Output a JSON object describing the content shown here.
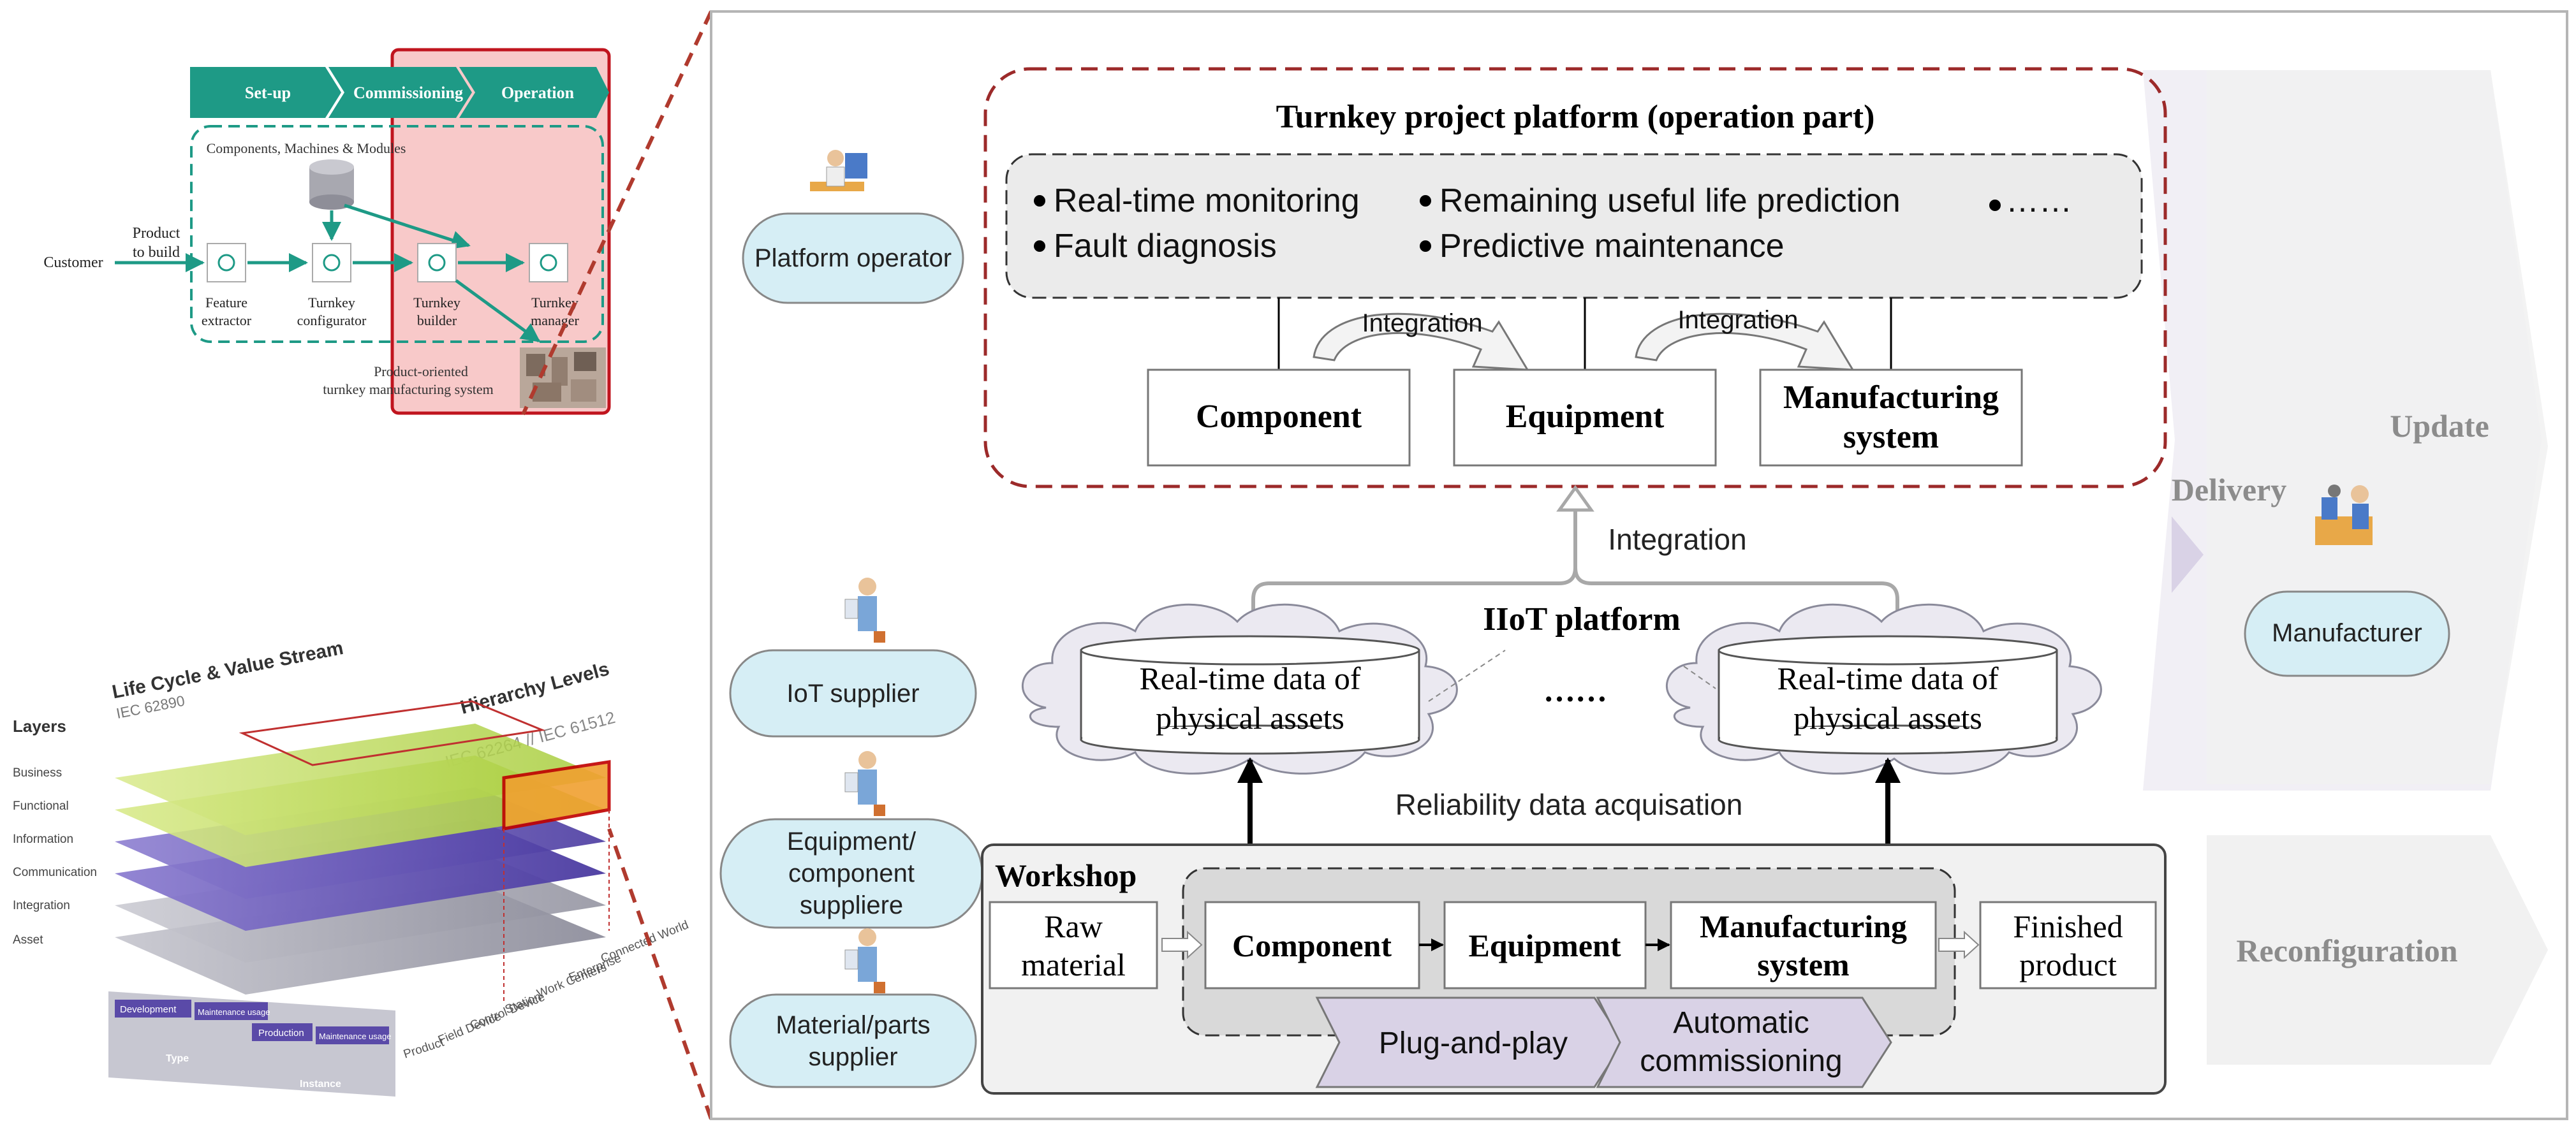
{
  "process_bar": {
    "stages": [
      "Set-up",
      "Commissioning",
      "Operation"
    ],
    "components_label": "Components, Machines & Modules",
    "customer": "Customer",
    "product_to_build": [
      "Product",
      "to build"
    ],
    "nodes": [
      [
        "Feature",
        "extractor"
      ],
      [
        "Turnkey",
        "configurator"
      ],
      [
        "Turnkey",
        "builder"
      ],
      [
        "Turnkey",
        "manager"
      ]
    ],
    "system_caption": [
      "Product-oriented",
      "turnkey manufacturing system"
    ]
  },
  "rami": {
    "layers_title": "Layers",
    "layers": [
      "Business",
      "Functional",
      "Information",
      "Communication",
      "Integration",
      "Asset"
    ],
    "lifecycle_title": "Life Cycle & Value Stream",
    "lifecycle_std": "IEC 62890",
    "hierarchy_title": "Hierarchy Levels",
    "hierarchy_std": "IEC 62264 // IEC 61512",
    "hierarchy_levels": [
      "Connected World",
      "Enterprise",
      "Work Centers",
      "Station",
      "Control Device",
      "Field Device",
      "Product"
    ],
    "bottom_labels": [
      "Development",
      "Maintenance usage",
      "Production",
      "Maintenance usage"
    ],
    "type_label": "Type",
    "instance_label": "Instance"
  },
  "main": {
    "roles": [
      "Platform operator",
      "IoT supplier",
      "Equipment/ component suppliere",
      "Material/parts supplier"
    ],
    "platform_title": "Turnkey project platform (operation part)",
    "services": [
      "Real-time monitoring",
      "Fault diagnosis",
      "Remaining useful life prediction",
      "Predictive maintenance",
      "……"
    ],
    "integration_small": "Integration",
    "platform_boxes": [
      "Component",
      "Equipment",
      "Manufacturing system"
    ],
    "integration_center": "Integration",
    "iiot_title": "IIoT platform",
    "cloud_text": "Real-time data of physical assets",
    "ellipsis": "……",
    "reliability": "Reliability data acquisation",
    "workshop_title": "Workshop",
    "raw_material": "Raw material",
    "workshop_boxes": [
      "Component",
      "Equipment",
      "Manufacturing system"
    ],
    "finished_product": "Finished product",
    "plug_and_play": "Plug-and-play",
    "auto_commissioning": "Automatic commissioning"
  },
  "right": {
    "delivery": "Delivery",
    "update": "Update",
    "reconfiguration": "Reconfiguration",
    "manufacturer": "Manufacturer"
  },
  "colors": {
    "teal": "#1e9a86",
    "red_dashed": "#b03a2e",
    "role_fill": "#d6eef5",
    "chevron_fill": "#e8e4ee",
    "plug_fill": "#d9d2e6",
    "cloud_fill": "#ebe9f1",
    "gray_text": "#8c8c8c"
  }
}
